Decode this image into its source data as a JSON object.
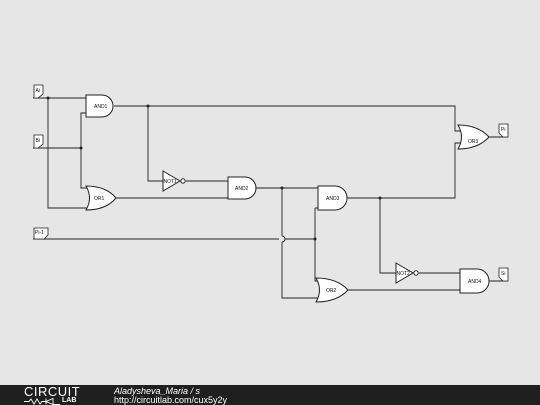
{
  "inputs": {
    "ai": "Ai",
    "bi": "Bi",
    "pi_prev": "Pi-1"
  },
  "outputs": {
    "pi": "Pi",
    "si": "Si"
  },
  "gates": {
    "and1": "AND1",
    "or1": "OR1",
    "not1": "NOT1",
    "and2": "AND2",
    "and3": "AND3",
    "or2": "OR2",
    "or3": "OR3",
    "not2": "NOT2",
    "and4": "AND4"
  },
  "footer": {
    "logo_top": "CIRCUIT",
    "logo_bottom": "LAB",
    "author_line": "Aladysheva_Maria / s",
    "url": "http://circuitlab.com/cux5y2y"
  },
  "colors": {
    "background": "#e6e6e6",
    "wire": "#222222",
    "footer": "#1f1f1f"
  }
}
